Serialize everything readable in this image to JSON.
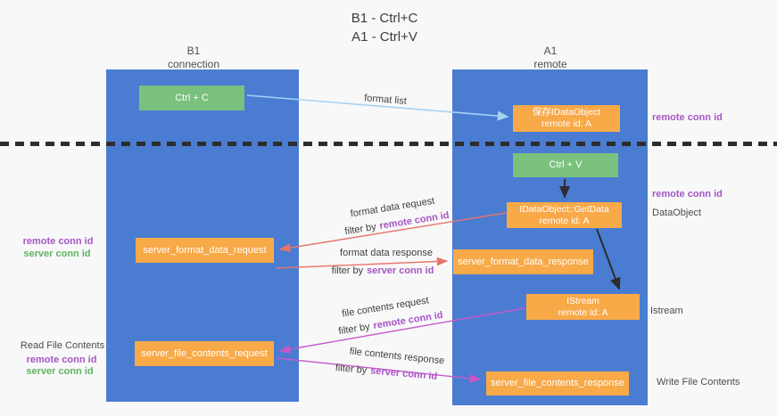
{
  "title": {
    "line1": "B1 - Ctrl+C",
    "line2": "A1 - Ctrl+V"
  },
  "columns": {
    "left": {
      "name": "B1",
      "subtitle": "connection"
    },
    "right": {
      "name": "A1",
      "subtitle": "remote"
    }
  },
  "nodes": {
    "ctrl_c": {
      "label": "Ctrl + C"
    },
    "save_dataobject": {
      "line1": "保存IDataObject",
      "line2": "remote id: A"
    },
    "ctrl_v": {
      "label": "Ctrl + V"
    },
    "getdata": {
      "line1": "IDataObject::GetData",
      "line2": "remote id: A"
    },
    "format_request": {
      "label": "server_format_data_request"
    },
    "format_response": {
      "label": "server_format_data_response"
    },
    "istream": {
      "line1": "IStream",
      "line2": "remote id: A"
    },
    "file_request": {
      "label": "server_file_contents_request"
    },
    "file_response": {
      "label": "server_file_contents_response"
    }
  },
  "edges": {
    "format_list": "format list",
    "format_data_request": "format data request",
    "format_data_response": "format data response",
    "file_contents_request": "file contents request",
    "file_contents_response": "file contents response",
    "filter_by": "filter by",
    "remote_conn_id": "remote conn id",
    "server_conn_id": "server conn id"
  },
  "annotations": {
    "left": {
      "remote_conn_id_1": "remote conn id",
      "server_conn_id_1": "server conn id",
      "read_file_contents": "Read File Contents",
      "remote_conn_id_2": "remote conn id",
      "server_conn_id_2": "server conn id"
    },
    "right": {
      "remote_conn_id_1": "remote conn id",
      "remote_conn_id_2": "remote conn id",
      "dataobject": "DataObject",
      "istream": "Istream",
      "write_file_contents": "Write File Contents"
    }
  },
  "colors": {
    "column_blue": "#4a7cd2",
    "node_green": "#7ac17d",
    "node_orange": "#f8a948",
    "accent_purple": "#a656c4",
    "accent_green": "#5fb45f",
    "arrow_red": "#e8746c",
    "arrow_magenta": "#c858c8",
    "arrow_light_blue": "#a5d3f3",
    "arrow_black": "#2d2d2d"
  }
}
